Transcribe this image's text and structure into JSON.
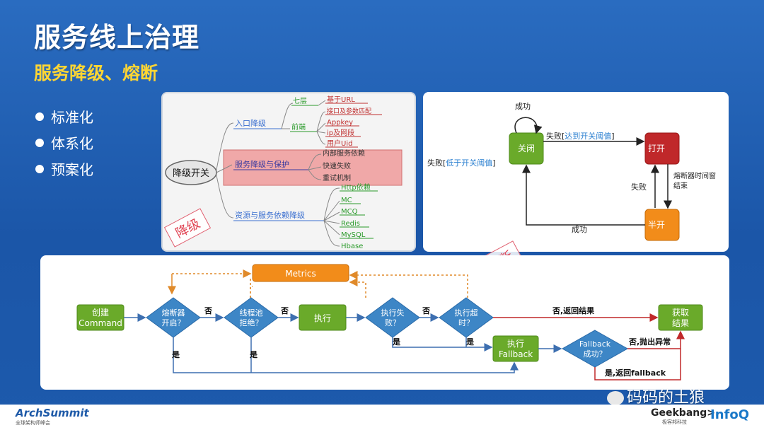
{
  "slide": {
    "title": "服务线上治理",
    "subtitle": "服务降级、熔断",
    "bullets": [
      "标准化",
      "体系化",
      "预案化"
    ]
  },
  "mindmap": {
    "root": "降级开关",
    "branch1": "入口降级",
    "sub_qi": "七层",
    "sub_qian": "前端",
    "leaf_url": "基于URL",
    "leaf_params": "接口及参数匹配",
    "leaf_appkey": "Appkey",
    "leaf_ip": "ip及网段",
    "leaf_uid": "用户Uid",
    "branch2": "服务降级与保护",
    "leaf_inner": "内部服务依赖",
    "leaf_fast": "快速失败",
    "leaf_retry": "重试机制",
    "branch3": "资源与服务依赖降级",
    "leaf_http": "Http依赖",
    "leaf_mc": "MC",
    "leaf_mcq": "MCQ",
    "leaf_redis": "Redis",
    "leaf_mysql": "MySQL",
    "leaf_hbase": "Hbase",
    "stamp": "降级"
  },
  "state": {
    "closed": "关闭",
    "open": "打开",
    "half": "半开",
    "self_success": "成功",
    "fail_prefix": "失败[",
    "fail_threshold": "达到开关阈值",
    "fail_suffix": "]",
    "left_prefix": "失败[",
    "left_threshold": "低于开关阈值",
    "left_suffix": "]",
    "timer": "熔断器时间窗",
    "timer_end": "结束",
    "half_fail": "失败",
    "half_success": "成功",
    "stamp": "熔断"
  },
  "flow": {
    "create_1": "创建",
    "create_2": "Command",
    "breaker_1": "熔断器",
    "breaker_2": "开启？",
    "pool_1": "线程池",
    "pool_2": "拒绝？",
    "exec": "执行",
    "exec_fail_1": "执行失",
    "exec_fail_2": "败？",
    "timeout_1": "执行超",
    "timeout_2": "时？",
    "result_1": "获取",
    "result_2": "结果",
    "fallback_1": "执行",
    "fallback_2": "Fallback",
    "fb_ok_1": "Fallback",
    "fb_ok_2": "成功？",
    "metrics": "Metrics",
    "no": "否",
    "yes": "是",
    "no_return": "否,返回结果",
    "no_throw": "否,抛出异常",
    "yes_return": "是,返回fallback"
  },
  "footer": {
    "watermark": "码码的土狼",
    "brand_arch": "ArchSummit",
    "brand_arch_sub": "全球架构师峰会",
    "brand_geek": "Geekbang>.",
    "brand_geek_sub": "极客邦科技",
    "brand_infoq": "InfoQ"
  },
  "colors": {
    "green": "#6aaa2a",
    "red": "#c0282a",
    "orange": "#f28c1a",
    "blue_diamond": "#3d86c6",
    "slide_blue": "#1f5fb0"
  }
}
